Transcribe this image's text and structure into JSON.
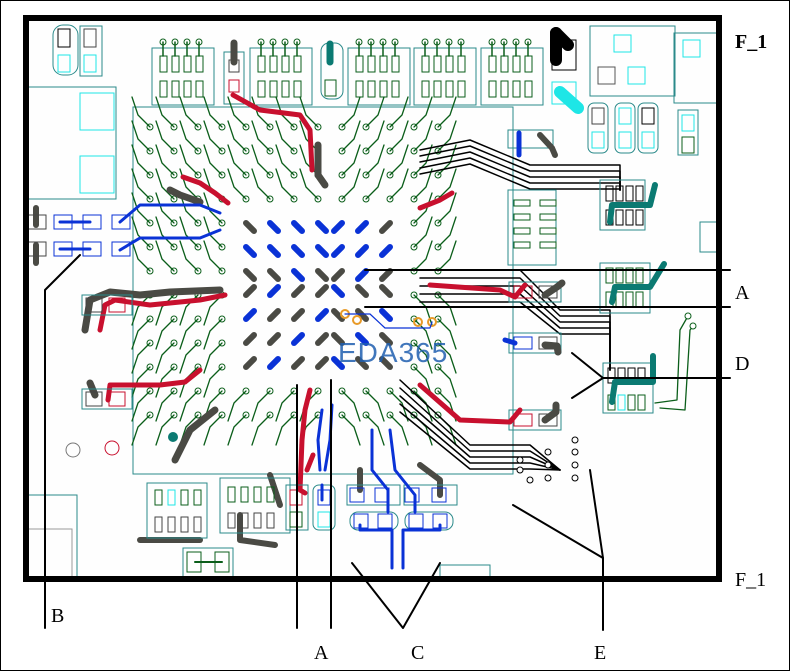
{
  "diagram": {
    "type": "pcb-layout",
    "title_label_top": "F_1",
    "title_label_bottom": "F_1",
    "watermark": "EDA365",
    "callouts": [
      {
        "id": "A",
        "label": "A",
        "side": "right",
        "description": "pair of horizontal leader lines at right"
      },
      {
        "id": "D",
        "label": "D",
        "side": "right",
        "description": "leader lines to right-side component"
      },
      {
        "id": "B",
        "label": "B",
        "side": "bottom",
        "description": "leader to left connector pads"
      },
      {
        "id": "A2",
        "label": "A",
        "side": "bottom",
        "description": "two vertical leaders under BGA"
      },
      {
        "id": "C",
        "label": "C",
        "side": "bottom",
        "description": "V-shaped leader to bottom pads"
      },
      {
        "id": "E",
        "label": "E",
        "side": "bottom",
        "description": "V-shaped leader to lower-right vias"
      }
    ],
    "colors": {
      "board_outline": "#000000",
      "trace_green": "#0b5e1a",
      "trace_red": "#c8102e",
      "trace_blue": "#0a32d6",
      "trace_gray": "#4a4a44",
      "trace_teal": "#0b7a72",
      "pad_cyan": "#1ee6e6",
      "silk_teal": "#2a8a8a",
      "via_orange": "#e89a28",
      "trace_black": "#000000"
    }
  }
}
